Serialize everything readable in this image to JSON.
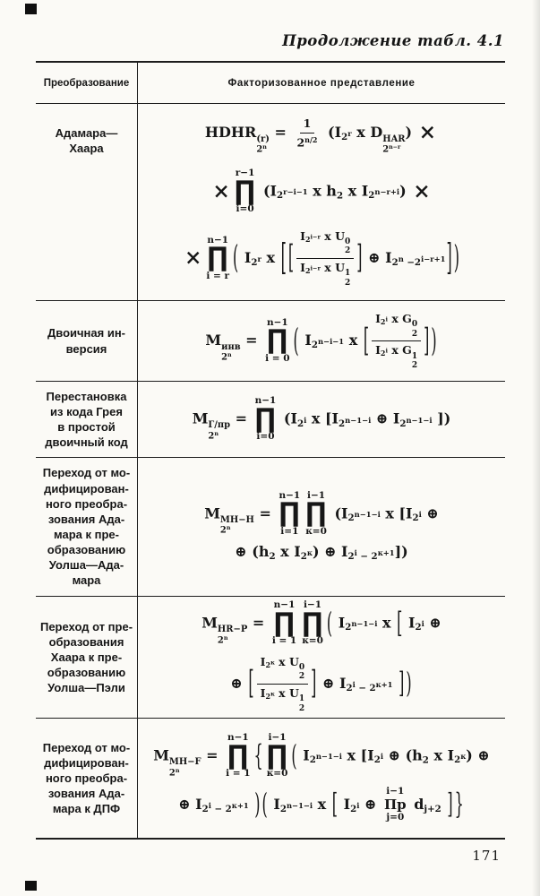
{
  "page": {
    "caption": "Продолжение табл. 4.1",
    "page_number": "171"
  },
  "table": {
    "headers": {
      "col1": "Преобразование",
      "col2": "Факторизованное представление"
    },
    "rows": [
      {
        "label": [
          "Адамара—",
          "Хаара"
        ],
        "top": true,
        "lines": [
          [
            "HDHR",
            {
              "ss": {
                "t": [
                  "(r)"
                ],
                "b": [
                  "2",
                  {
                    "sup": [
                      "n"
                    ]
                  }
                ]
              }
            },
            " = ",
            {
              "fr": {
                "t": [
                  "1"
                ],
                "b": [
                  "2",
                  {
                    "sup": [
                      "n/2"
                    ]
                  }
                ]
              }
            },
            " (I",
            {
              "sub": [
                "2",
                {
                  "sup": [
                    "r"
                  ]
                }
              ]
            },
            " x D",
            {
              "ss": {
                "t": [
                  "HAR"
                ],
                "b": [
                  "2",
                  {
                    "sup": [
                      "n−r"
                    ]
                  }
                ]
              }
            },
            ") ",
            {
              "bx": 1
            }
          ],
          [
            {
              "bx": 1
            },
            {
              "op": {
                "s": "∏",
                "t": [
                  "r−1"
                ],
                "b": [
                  "i=0"
                ]
              }
            },
            " (I",
            {
              "sub": [
                "2",
                {
                  "sup": [
                    "r−i−1"
                  ]
                }
              ]
            },
            " x h",
            {
              "sub": [
                "2"
              ]
            },
            " x I",
            {
              "sub": [
                "2",
                {
                  "sup": [
                    "n−r+i"
                  ]
                }
              ]
            },
            ") ",
            {
              "bx": 1
            }
          ],
          [
            {
              "bx": 1
            },
            {
              "op": {
                "s": "∏",
                "t": [
                  "n−1"
                ],
                "b": [
                  "i = r"
                ]
              }
            },
            {
              "big": "(",
              "k": 2.2
            },
            " I",
            {
              "sub": [
                "2",
                {
                  "sup": [
                    "r"
                  ]
                }
              ]
            },
            " x ",
            {
              "big": "[",
              "k": 2.5
            },
            {
              "big": "[",
              "k": 2.2
            },
            {
              "fr": {
                "t": [
                  "I",
                  {
                    "sub": [
                      "2",
                      {
                        "sup": [
                          "i−r"
                        ]
                      }
                    ]
                  },
                  " x U",
                  {
                    "ss": {
                      "t": [
                        "0"
                      ],
                      "b": [
                        "2"
                      ]
                    }
                  }
                ],
                "b": [
                  "I",
                  {
                    "sub": [
                      "2",
                      {
                        "sup": [
                          "i−r"
                        ]
                      }
                    ]
                  },
                  " x U",
                  {
                    "ss": {
                      "t": [
                        "1"
                      ],
                      "b": [
                        "2"
                      ]
                    }
                  }
                ]
              }
            },
            {
              "big": "]",
              "k": 2.2
            },
            " ⊕ I",
            {
              "sub": [
                "2",
                {
                  "sup": [
                    "n"
                  ]
                },
                " −2",
                {
                  "sup": [
                    "i−r+1"
                  ]
                }
              ]
            },
            {
              "big": "]",
              "k": 2.5
            },
            {
              "big": ")",
              "k": 2.2
            }
          ]
        ]
      },
      {
        "label": [
          "Двоичная ин-",
          "версия"
        ],
        "lines": [
          [
            "M",
            {
              "ss": {
                "t": [
                  "инв"
                ],
                "b": [
                  "2",
                  {
                    "sup": [
                      "n"
                    ]
                  }
                ]
              }
            },
            " = ",
            {
              "op": {
                "s": "∏",
                "t": [
                  "n−1"
                ],
                "b": [
                  "i = 0"
                ]
              }
            },
            {
              "big": "(",
              "k": 2.2
            },
            " I",
            {
              "sub": [
                "2",
                {
                  "sup": [
                    "n−i−1"
                  ]
                }
              ]
            },
            " x ",
            {
              "big": "[",
              "k": 2.2
            },
            {
              "fr": {
                "t": [
                  "I",
                  {
                    "sub": [
                      "2",
                      {
                        "sup": [
                          "i"
                        ]
                      }
                    ]
                  },
                  " x G",
                  {
                    "ss": {
                      "t": [
                        "0"
                      ],
                      "b": [
                        "2"
                      ]
                    }
                  }
                ],
                "b": [
                  "I",
                  {
                    "sub": [
                      "2",
                      {
                        "sup": [
                          "i"
                        ]
                      }
                    ]
                  },
                  " x G",
                  {
                    "ss": {
                      "t": [
                        "1"
                      ],
                      "b": [
                        "2"
                      ]
                    }
                  }
                ]
              }
            },
            {
              "big": "]",
              "k": 2.2
            },
            {
              "big": ")",
              "k": 2.2
            }
          ]
        ]
      },
      {
        "label": [
          "Перестановка",
          "из кода Грея",
          "в простой",
          "двоичный код"
        ],
        "lines": [
          [
            "M",
            {
              "ss": {
                "t": [
                  "Г/пр"
                ],
                "b": [
                  "2",
                  {
                    "sup": [
                      "n"
                    ]
                  }
                ]
              }
            },
            " = ",
            {
              "op": {
                "s": "∏",
                "t": [
                  "n−1"
                ],
                "b": [
                  "i=0"
                ]
              }
            },
            " (I",
            {
              "sub": [
                "2",
                {
                  "sup": [
                    "i"
                  ]
                }
              ]
            },
            " x [I",
            {
              "sub": [
                "2",
                {
                  "sup": [
                    "n−1−i"
                  ]
                }
              ]
            },
            " ⊕ I",
            {
              "sub": [
                "2",
                {
                  "sup": [
                    "n−1−i"
                  ]
                }
              ]
            },
            " ])"
          ]
        ]
      },
      {
        "label": [
          "Переход от мо-",
          "дифицирован-",
          "ного преобра-",
          "зования Ада-",
          "мара к пре-",
          "образованию",
          "Уолша—Ада-",
          "мара"
        ],
        "lines": [
          [
            "M",
            {
              "ss": {
                "t": [
                  "МН−Н"
                ],
                "b": [
                  "2",
                  {
                    "sup": [
                      "n"
                    ]
                  }
                ]
              }
            },
            " = ",
            {
              "op": {
                "s": "∏",
                "t": [
                  "n−1"
                ],
                "b": [
                  "i=1"
                ]
              }
            },
            {
              "op": {
                "s": "∏",
                "t": [
                  "i−1"
                ],
                "b": [
                  "к=0"
                ]
              }
            },
            " (I",
            {
              "sub": [
                "2",
                {
                  "sup": [
                    "n−1−i"
                  ]
                }
              ]
            },
            " x [I",
            {
              "sub": [
                "2",
                {
                  "sup": [
                    "i"
                  ]
                }
              ]
            },
            " ⊕"
          ],
          [
            "⊕ (h",
            {
              "sub": [
                "2"
              ]
            },
            " x I",
            {
              "sub": [
                "2",
                {
                  "sup": [
                    "к"
                  ]
                }
              ]
            },
            ") ⊕ I",
            {
              "sub": [
                "2",
                {
                  "sup": [
                    "i"
                  ]
                },
                " − 2",
                {
                  "sup": [
                    "к+1"
                  ]
                }
              ]
            },
            "])"
          ]
        ]
      },
      {
        "label": [
          "Переход от пре-",
          "образования",
          "Хаара к пре-",
          "образованию",
          "Уолша—Пэли"
        ],
        "lines": [
          [
            "M",
            {
              "ss": {
                "t": [
                  "HR−P"
                ],
                "b": [
                  "2",
                  {
                    "sup": [
                      "n"
                    ]
                  }
                ]
              }
            },
            " = ",
            {
              "op": {
                "s": "∏",
                "t": [
                  "n−1"
                ],
                "b": [
                  "i = 1"
                ]
              }
            },
            {
              "op": {
                "s": "∏",
                "t": [
                  "i−1"
                ],
                "b": [
                  "к=0"
                ]
              }
            },
            {
              "big": "(",
              "k": 2.0
            },
            " I",
            {
              "sub": [
                "2",
                {
                  "sup": [
                    "n−1−i"
                  ]
                }
              ]
            },
            " x ",
            {
              "big": "[",
              "k": 2.0
            },
            " I",
            {
              "sub": [
                "2",
                {
                  "sup": [
                    "i"
                  ]
                }
              ]
            },
            " ⊕"
          ],
          [
            "⊕ ",
            {
              "big": "[",
              "k": 2.2
            },
            {
              "fr": {
                "t": [
                  "I",
                  {
                    "sub": [
                      "2",
                      {
                        "sup": [
                          "к"
                        ]
                      }
                    ]
                  },
                  " x U",
                  {
                    "ss": {
                      "t": [
                        "0"
                      ],
                      "b": [
                        "2"
                      ]
                    }
                  }
                ],
                "b": [
                  "I",
                  {
                    "sub": [
                      "2",
                      {
                        "sup": [
                          "к"
                        ]
                      }
                    ]
                  },
                  " x U",
                  {
                    "ss": {
                      "t": [
                        "1"
                      ],
                      "b": [
                        "2"
                      ]
                    }
                  }
                ]
              }
            },
            {
              "big": "]",
              "k": 2.2
            },
            " ⊕ I",
            {
              "sub": [
                "2",
                {
                  "sup": [
                    "i"
                  ]
                },
                " − 2",
                {
                  "sup": [
                    "к+1"
                  ]
                }
              ]
            },
            " ",
            {
              "big": "]",
              "k": 2.0
            },
            {
              "big": ")",
              "k": 2.0
            }
          ]
        ]
      },
      {
        "label": [
          "Переход от мо-",
          "дифицирован-",
          "ного преобра-",
          "зования Ада-",
          "мара к ДПФ"
        ],
        "lines": [
          [
            "M",
            {
              "ss": {
                "t": [
                  "МН−F"
                ],
                "b": [
                  "2",
                  {
                    "sup": [
                      "n"
                    ]
                  }
                ]
              }
            },
            " = ",
            {
              "op": {
                "s": "∏",
                "t": [
                  "n−1"
                ],
                "b": [
                  "i = 1"
                ]
              }
            },
            {
              "big": "{",
              "k": 2.0
            },
            {
              "op": {
                "s": "∏",
                "t": [
                  "i−1"
                ],
                "b": [
                  "к=0"
                ]
              }
            },
            {
              "big": "(",
              "k": 2.0
            },
            " I",
            {
              "sub": [
                "2",
                {
                  "sup": [
                    "n−1−i"
                  ]
                }
              ]
            },
            " x [I",
            {
              "sub": [
                "2",
                {
                  "sup": [
                    "i"
                  ]
                }
              ]
            },
            " ⊕ (h",
            {
              "sub": [
                "2"
              ]
            },
            " x I",
            {
              "sub": [
                "2",
                {
                  "sup": [
                    "к"
                  ]
                }
              ]
            },
            ") ⊕"
          ],
          [
            "⊕ I",
            {
              "sub": [
                "2",
                {
                  "sup": [
                    "i"
                  ]
                },
                " − 2",
                {
                  "sup": [
                    "к+1"
                  ]
                }
              ]
            },
            " ",
            {
              "big": ")",
              "k": 2.0
            },
            {
              "big": "(",
              "k": 2.0
            },
            " I",
            {
              "sub": [
                "2",
                {
                  "sup": [
                    "n−1−i"
                  ]
                }
              ]
            },
            " x ",
            {
              "big": "[",
              "k": 1.9
            },
            " I",
            {
              "sub": [
                "2",
                {
                  "sup": [
                    "i"
                  ]
                }
              ]
            },
            " ⊕ ",
            {
              "op": {
                "s": "Пр",
                "t": [
                  "i−1"
                ],
                "b": [
                  "j=0"
                ]
              }
            },
            " d",
            {
              "sub": [
                "j+2"
              ]
            },
            " ",
            {
              "big": "]",
              "k": 1.9
            },
            {
              "big": "}",
              "k": 2.0
            }
          ]
        ]
      }
    ]
  }
}
